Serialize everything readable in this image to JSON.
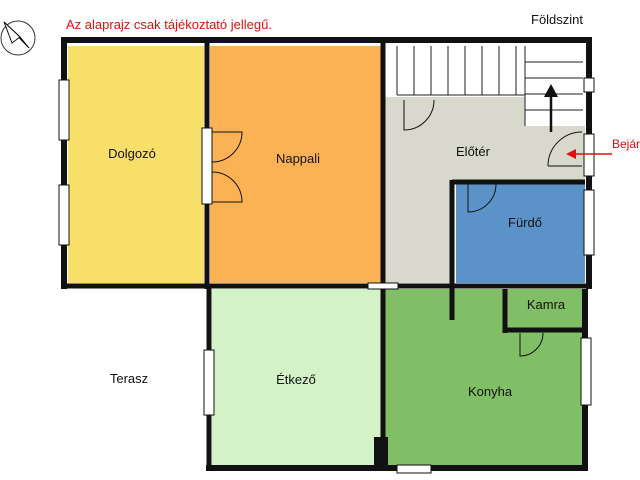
{
  "header": {
    "disclaimer": "Az alaprajz csak tájékoztató jellegű.",
    "level": "Földszint"
  },
  "entrance": {
    "label": "Bejár"
  },
  "rooms": {
    "dolgozo": {
      "label": "Dolgozó",
      "color": "#f7df6a"
    },
    "nappali": {
      "label": "Nappali",
      "color": "#fbb255"
    },
    "eloter": {
      "label": "Előtér",
      "color": "#d8d8cd"
    },
    "furdo": {
      "label": "Fürdő",
      "color": "#5b93c8"
    },
    "kamra": {
      "label": "Kamra",
      "color": "#b07a58"
    },
    "terasz": {
      "label": "Terasz",
      "color": "#ffffff"
    },
    "etkezo": {
      "label": "Étkező",
      "color": "#d3f2c8"
    },
    "konyha": {
      "label": "Konyha",
      "color": "#80bf65"
    }
  },
  "colors": {
    "wall": "#111111",
    "accent_red": "#e01010"
  },
  "icons": {
    "compass": "compass-icon",
    "stairs_arrow": "stairs-up-arrow-icon",
    "entrance_arrow": "entrance-arrow-icon"
  }
}
